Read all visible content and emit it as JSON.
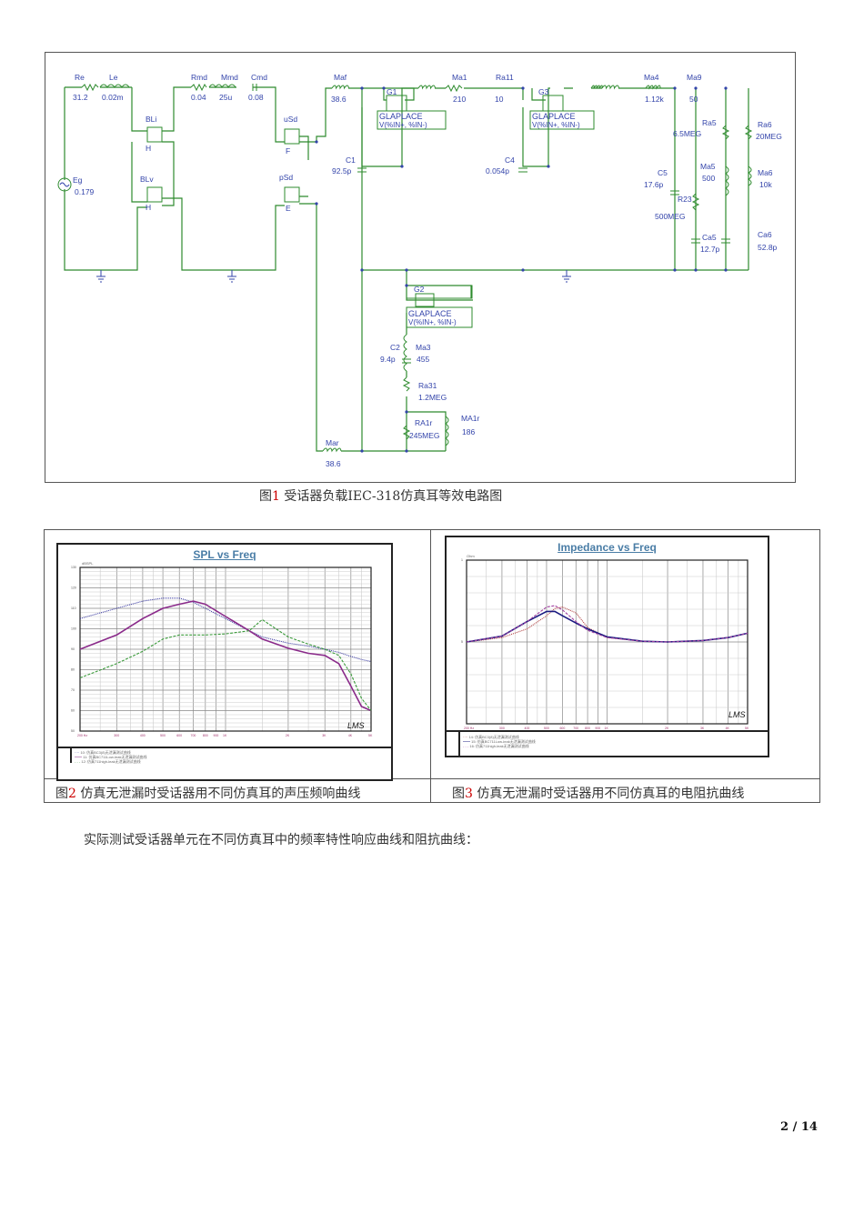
{
  "figure1": {
    "caption_prefix": "图",
    "caption_number": "1",
    "caption_text": " 受话器负载IEC-318仿真耳等效电路图",
    "components": [
      {
        "name": "Re",
        "value": "31.2"
      },
      {
        "name": "Le",
        "value": "0.02m"
      },
      {
        "name": "Rmd",
        "value": "0.04"
      },
      {
        "name": "Mmd",
        "value": "25u"
      },
      {
        "name": "Cmd",
        "value": "0.08"
      },
      {
        "name": "BLi",
        "value": "H"
      },
      {
        "name": "BLv",
        "value": "H"
      },
      {
        "name": "uSd",
        "value": "F"
      },
      {
        "name": "pSd",
        "value": "E"
      },
      {
        "name": "Eg",
        "value": "0.179"
      },
      {
        "name": "Maf",
        "value": "38.6"
      },
      {
        "name": "G1",
        "value": "GLAPLACE V(%IN+, %IN-)"
      },
      {
        "name": "Ma1",
        "value": "210"
      },
      {
        "name": "Ra11",
        "value": "10"
      },
      {
        "name": "G3",
        "value": "GLAPLACE V(%IN+, %IN-)"
      },
      {
        "name": "Ma4",
        "value": "1.12k"
      },
      {
        "name": "Ma9",
        "value": "50"
      },
      {
        "name": "C1",
        "value": "92.5p"
      },
      {
        "name": "C4",
        "value": "0.054p"
      },
      {
        "name": "C5",
        "value": "17.6p"
      },
      {
        "name": "R23",
        "value": "500MEG"
      },
      {
        "name": "Ra5",
        "value": "6.5MEG"
      },
      {
        "name": "Ma5",
        "value": "500"
      },
      {
        "name": "Ca5",
        "value": "12.7p"
      },
      {
        "name": "Ra6",
        "value": "20MEG"
      },
      {
        "name": "Ma6",
        "value": "10k"
      },
      {
        "name": "Ca6",
        "value": "52.8p"
      },
      {
        "name": "G2",
        "value": "GLAPLACE V(%IN+, %IN-)"
      },
      {
        "name": "C2",
        "value": "9.4p"
      },
      {
        "name": "Ma3",
        "value": "455"
      },
      {
        "name": "Ra31",
        "value": "1.2MEG"
      },
      {
        "name": "RA1r",
        "value": "245MEG"
      },
      {
        "name": "MA1r",
        "value": "186"
      },
      {
        "name": "Mar",
        "value": "38.6"
      }
    ],
    "labels": {
      "Re": "Re",
      "Re_v": "31.2",
      "Le": "Le",
      "Le_v": "0.02m",
      "Rmd": "Rmd",
      "Rmd_v": "0.04",
      "Mmd": "Mmd",
      "Mmd_v": "25u",
      "Cmd": "Cmd",
      "Cmd_v": "0.08",
      "BLi": "BLi",
      "BLi_h": "H",
      "BLv": "BLv",
      "BLv_h": "H",
      "uSd": "uSd",
      "uSd_f": "F",
      "pSd": "pSd",
      "pSd_e": "E",
      "Eg": "Eg",
      "Eg_v": "0.179",
      "Maf": "Maf",
      "Maf_v": "38.6",
      "G1": "G1",
      "G3": "G3",
      "G2": "G2",
      "glaplace": "GLAPLACE",
      "vexpr": "V(%IN+, %IN-)",
      "Ma1": "Ma1",
      "Ma1_v": "210",
      "Ra11": "Ra11",
      "Ra11_v": "10",
      "Ma4": "Ma4",
      "Ma4_v": "1.12k",
      "Ma9": "Ma9",
      "Ma9_v": "50",
      "C1": "C1",
      "C1_v": "92.5p",
      "C4": "C4",
      "C4_v": "0.054p",
      "C5": "C5",
      "C5_v": "17.6p",
      "R23": "R23",
      "R23_v": "500MEG",
      "Ra5": "Ra5",
      "Ra5_v": "6.5MEG",
      "Ma5": "Ma5",
      "Ma5_v": "500",
      "Ca5": "Ca5",
      "Ca5_v": "12.7p",
      "Ra6": "Ra6",
      "Ra6_v": "20MEG",
      "Ma6": "Ma6",
      "Ma6_v": "10k",
      "Ca6": "Ca6",
      "Ca6_v": "52.8p",
      "C2": "C2",
      "C2_v": "9.4p",
      "Ma3": "Ma3",
      "Ma3_v": "455",
      "Ra31": "Ra31",
      "Ra31_v": "1.2MEG",
      "RA1r": "RA1r",
      "RA1r_v": "245MEG",
      "MA1r": "MA1r",
      "MA1r_v": "186",
      "Mar": "Mar",
      "Mar_v": "38.6"
    }
  },
  "figure2": {
    "caption_prefix": "图",
    "caption_number": "2",
    "caption_text": " 仿真无泄漏时受话器用不同仿真耳的声压频响曲线"
  },
  "figure3": {
    "caption_prefix": "图",
    "caption_number": "3",
    "caption_text": " 仿真无泄漏时受话器用不同仿真耳的电阻抗曲线"
  },
  "body": {
    "paragraph": "实际测试受话器单元在不同仿真耳中的频率特性响应曲线和阻抗曲线："
  },
  "footer": {
    "page": "2 / 14"
  },
  "chart_data": [
    {
      "type": "line",
      "title": "SPL vs Freq",
      "xlabel": "Hz",
      "ylabel": "dBSPL",
      "xscale": "log",
      "xlim": [
        200,
        5000
      ],
      "ylim": [
        50,
        130
      ],
      "x_ticks": [
        "200 Hz",
        "300",
        "400",
        "500",
        "600",
        "700",
        "800",
        "900",
        "1K",
        "2K",
        "3K",
        "4K",
        "5K"
      ],
      "y_ticks": [
        50,
        60,
        70,
        80,
        90,
        100,
        110,
        120,
        130
      ],
      "grid": true,
      "watermark": "LMS",
      "legend_position": "bottom",
      "x": [
        200,
        300,
        400,
        500,
        600,
        700,
        800,
        1000,
        1300,
        1500,
        2000,
        2500,
        3000,
        3500,
        4000,
        4500,
        5000
      ],
      "series": [
        {
          "name": "10: 仿真BC3(8)无泄漏测试曲线",
          "color": "#3a3aa0",
          "style": "dotted",
          "values": [
            105,
            110,
            113.5,
            115,
            115,
            113,
            110,
            105,
            99,
            96,
            93,
            91.5,
            90,
            88.5,
            86.5,
            85,
            84
          ]
        },
        {
          "name": "11: 仿真BC711Low-leak无泄漏测试曲线",
          "color": "#8a2a8a",
          "style": "solid",
          "values": [
            90,
            97,
            105,
            110,
            112,
            113.5,
            112,
            106,
            99,
            95,
            90.5,
            88,
            87,
            83,
            72,
            62,
            60
          ]
        },
        {
          "name": "12: 仿真711high-leak无泄漏测试曲线",
          "color": "#3a9a3a",
          "style": "dashed",
          "values": [
            76,
            83,
            89,
            95,
            97,
            97,
            97,
            97.5,
            99,
            104.5,
            96,
            92.5,
            90,
            87,
            78,
            66,
            60
          ]
        }
      ]
    },
    {
      "type": "line",
      "title": "Impedance vs Freq",
      "xlabel": "Hz",
      "ylabel": "Ohm",
      "xscale": "log",
      "xlim": [
        200,
        5000
      ],
      "x_ticks": [
        "200 Hz",
        "300",
        "400",
        "500",
        "600",
        "700",
        "800",
        "900",
        "1K",
        "2K",
        "3K",
        "4K",
        "5K"
      ],
      "y_ticks": [
        "1",
        "5"
      ],
      "grid": true,
      "watermark": "LMS",
      "legend_position": "bottom",
      "x": [
        200,
        300,
        400,
        500,
        550,
        600,
        700,
        800,
        1000,
        1500,
        2000,
        3000,
        4000,
        5000
      ],
      "series": [
        {
          "name": "14: 仿真BC3(8)无泄漏测试曲线",
          "color": "#b04040",
          "style": "dotted",
          "values": [
            0.0,
            0.3,
            0.9,
            1.8,
            2.3,
            2.4,
            2.0,
            1.0,
            0.3,
            0.05,
            0.0,
            0.1,
            0.3,
            0.6
          ]
        },
        {
          "name": "15: 仿真BC711Low-leak无泄漏测试曲线",
          "color": "#1a1a80",
          "style": "solid",
          "values": [
            0.0,
            0.4,
            1.4,
            2.1,
            2.1,
            1.8,
            1.3,
            0.9,
            0.35,
            0.05,
            0.0,
            0.1,
            0.3,
            0.6
          ]
        },
        {
          "name": "16: 仿真711high-leak无泄漏测试曲线",
          "color": "#a040a0",
          "style": "dashed",
          "values": [
            0.0,
            0.4,
            1.4,
            2.4,
            2.5,
            2.2,
            1.4,
            0.8,
            0.3,
            0.05,
            0.0,
            0.1,
            0.3,
            0.6
          ]
        }
      ]
    }
  ]
}
